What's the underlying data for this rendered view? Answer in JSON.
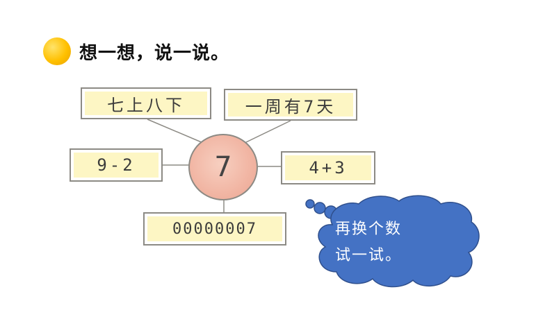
{
  "heading": {
    "text": "想一想，说一说。",
    "bullet_color": "#FFC000"
  },
  "center": {
    "value": "7"
  },
  "boxes": {
    "top_left": "七上八下",
    "top_right": "一周有7天",
    "middle_left": "9-2",
    "middle_right": "4+3",
    "bottom": "00000007"
  },
  "bubble": {
    "line1": "再换个数",
    "line2": "试一试。",
    "fill_color": "#4472C4"
  },
  "colors": {
    "box_fill": "#FDF6C4",
    "circle_fill": "#F1B5A3",
    "line_color": "#8C8A84"
  }
}
